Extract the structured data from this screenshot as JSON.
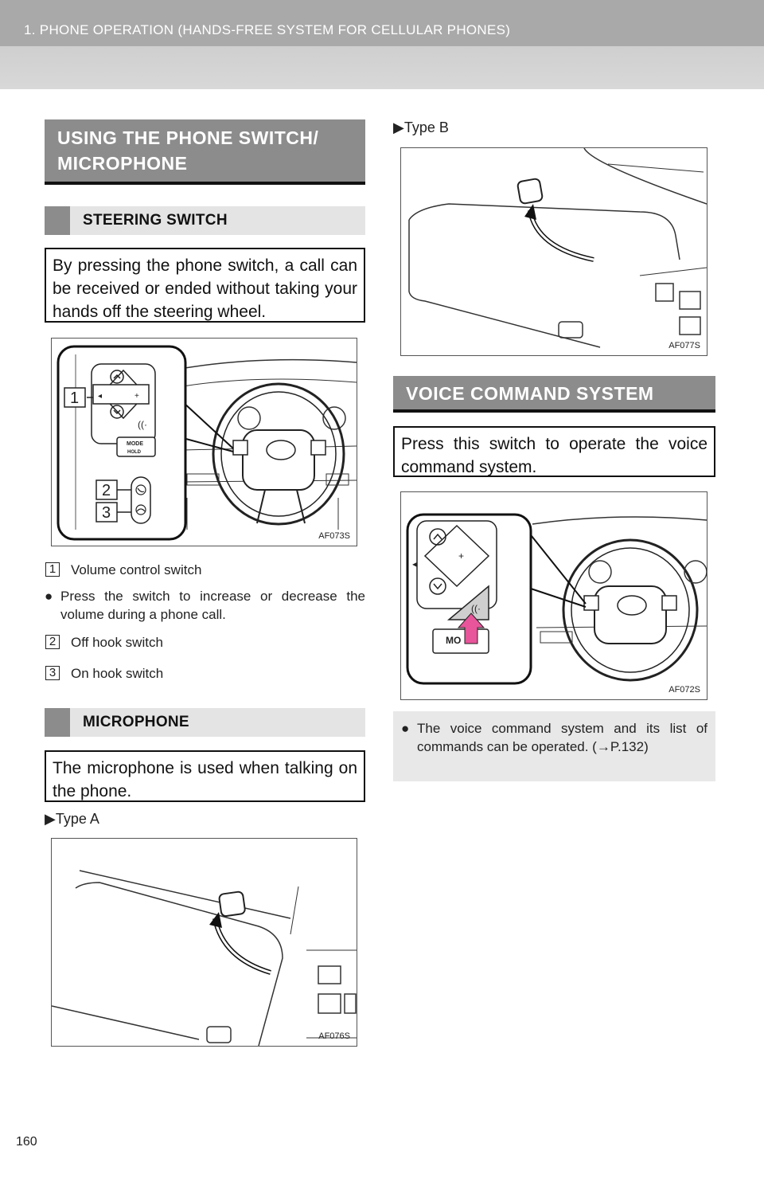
{
  "header": {
    "title": "1. PHONE OPERATION (HANDS-FREE SYSTEM FOR CELLULAR PHONES)"
  },
  "left": {
    "section_title": "USING THE PHONE SWITCH/ MICROPHONE",
    "steering": {
      "heading": "STEERING SWITCH",
      "intro": "By pressing the phone switch, a call can be received or ended without taking your hands off the steering wheel.",
      "figure_code": "AF073S",
      "callouts": [
        "1",
        "2",
        "3"
      ],
      "switch_labels": [
        "MODE",
        "HOLD"
      ],
      "items": [
        {
          "num": "1",
          "label": "Volume control switch"
        },
        {
          "num": "2",
          "label": "Off hook switch"
        },
        {
          "num": "3",
          "label": "On hook switch"
        }
      ],
      "bullet": "Press the switch to increase or decrease the volume during a phone call."
    },
    "microphone": {
      "heading": "MICROPHONE",
      "intro": "The microphone is used when talking on the phone.",
      "type_a": "Type A",
      "figure_code": "AF076S"
    }
  },
  "right": {
    "type_b": "Type B",
    "figure_b_code": "AF077S",
    "section_title": "VOICE COMMAND SYSTEM",
    "intro": "Press this switch to operate the voice command system.",
    "figure_code": "AF072S",
    "switch_label": "MO",
    "note": "The voice command system and its list of commands can be operated. (→P.132)"
  },
  "page_number": "160"
}
